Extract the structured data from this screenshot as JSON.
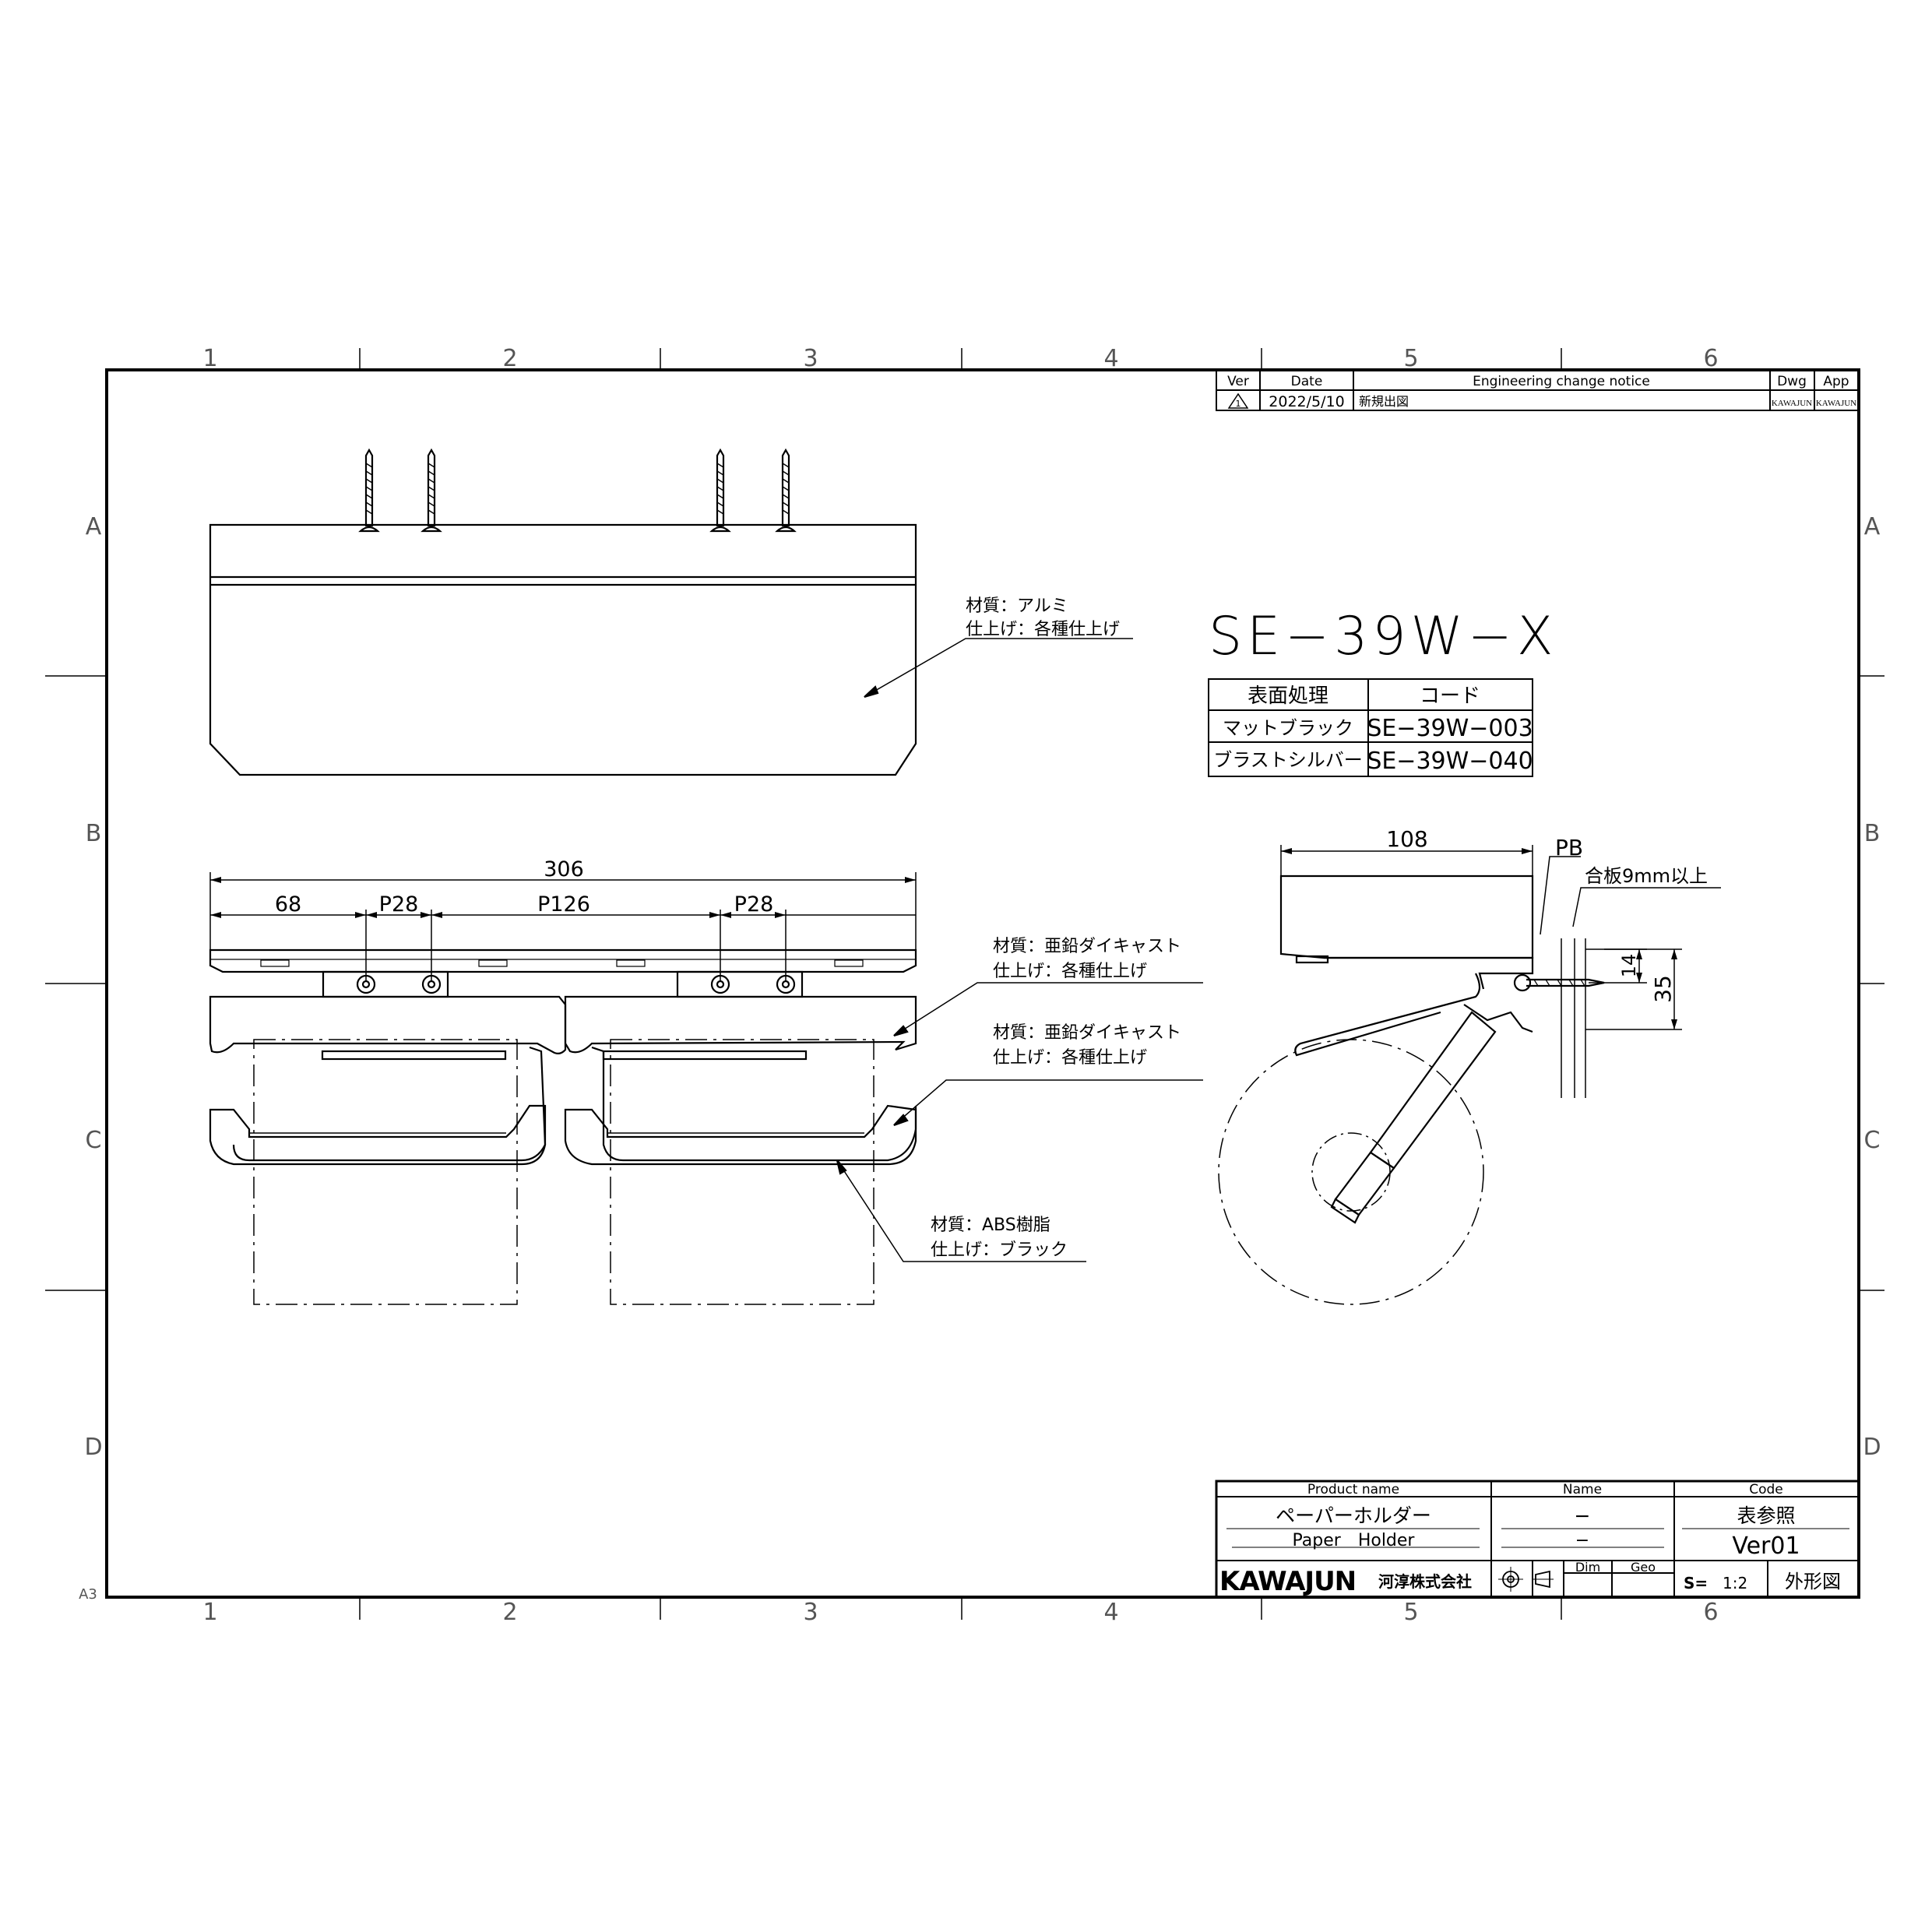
{
  "sheet": {
    "paper_size": "A3",
    "col_labels": [
      "1",
      "2",
      "3",
      "4",
      "5",
      "6"
    ],
    "row_labels": [
      "A",
      "B",
      "C",
      "D"
    ]
  },
  "revision_table": {
    "headers": {
      "ver": "Ver",
      "date": "Date",
      "notice": "Engineering change notice",
      "dwg": "Dwg",
      "app": "App"
    },
    "row": {
      "ver": "1",
      "date": "2022/5/10",
      "notice": "新規出図",
      "dwg": "KAWAJUN",
      "app": "KAWAJUN"
    }
  },
  "model": {
    "title": "SE−39W−X"
  },
  "finish_table": {
    "headers": [
      "表面処理",
      "コード"
    ],
    "rows": [
      {
        "finish": "マットブラック",
        "code": "SE−39W−003"
      },
      {
        "finish": "ブラストシルバー",
        "code": "SE−39W−040"
      }
    ]
  },
  "callouts": {
    "top_cover": {
      "material": "材質：アルミ",
      "finish": "仕上げ：各種仕上げ"
    },
    "bracket": {
      "material": "材質：亜鉛ダイキャスト",
      "finish": "仕上げ：各種仕上げ"
    },
    "holder_arm": {
      "material": "材質：亜鉛ダイキャスト",
      "finish": "仕上げ：各種仕上げ"
    },
    "roller": {
      "material": "材質：ABS樹脂",
      "finish": "仕上げ：ブラック"
    }
  },
  "dimensions": {
    "overall": "306",
    "left_offset": "68",
    "pitch_left": "P28",
    "pitch_center": "P126",
    "pitch_right": "P28",
    "depth": "108",
    "pb": "PB",
    "plywood_note": "合板9mm以上",
    "height_small": "14",
    "height_large": "35"
  },
  "title_block": {
    "product_name_header": "Product name",
    "name_header": "Name",
    "code_header": "Code",
    "product_name_jp": "ペーパーホルダー",
    "product_name_en": "Paper　Holder",
    "name_jp": "−",
    "name_en": "−",
    "code_jp": "表参照",
    "code_version": "Ver01",
    "company_logo": "KAWAJUN",
    "company_name": "河淳株式会社",
    "dim_label": "Dim",
    "geo_label": "Geo",
    "scale_label": "S=",
    "scale_value": "1:2",
    "drawing_type": "外形図"
  }
}
